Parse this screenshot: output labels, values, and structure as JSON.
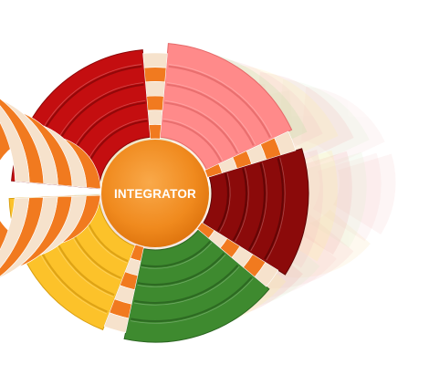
{
  "diagram": {
    "hub_label": "INTEGRATOR",
    "colors": {
      "hub": "#F08A1E",
      "hub_highlight": "#F7A341",
      "connector_orange": "#F17A1F",
      "connector_light": "#F6E2CC",
      "segment_outline": "#5A0E0E"
    },
    "segments": [
      {
        "name": "segment-red",
        "color": "#C40E10",
        "shade": "#8C0708"
      },
      {
        "name": "segment-pink",
        "color": "#FF8A8A",
        "shade": "#E56A6A"
      },
      {
        "name": "segment-dark-red",
        "color": "#8B0A0A",
        "shade": "#5E0505"
      },
      {
        "name": "segment-green",
        "color": "#3E8A2F",
        "shade": "#2A6420"
      },
      {
        "name": "segment-yellow",
        "color": "#FCC22A",
        "shade": "#D89E12"
      }
    ]
  }
}
